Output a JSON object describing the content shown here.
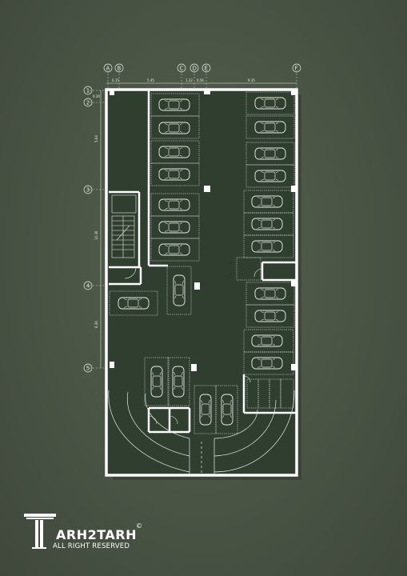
{
  "grid_columns": [
    "A",
    "B",
    "C",
    "D",
    "E",
    "F"
  ],
  "grid_rows": [
    "1",
    "2",
    "3",
    "4",
    "5"
  ],
  "dimensions_top": [
    "0.15",
    "5.45",
    "1.22",
    "0.56",
    "9.35"
  ],
  "dimensions_left": [
    "0.20",
    "5.64",
    "10.30",
    "6.30"
  ],
  "brand": {
    "name": "ARH2TARH",
    "tagline": "ALL RIGHT RESERVED",
    "copyright": "©"
  },
  "colors": {
    "background": "#4a5445",
    "floor": "#2f3e2e",
    "wall": "#ffffff",
    "line": "#e8ece4"
  }
}
